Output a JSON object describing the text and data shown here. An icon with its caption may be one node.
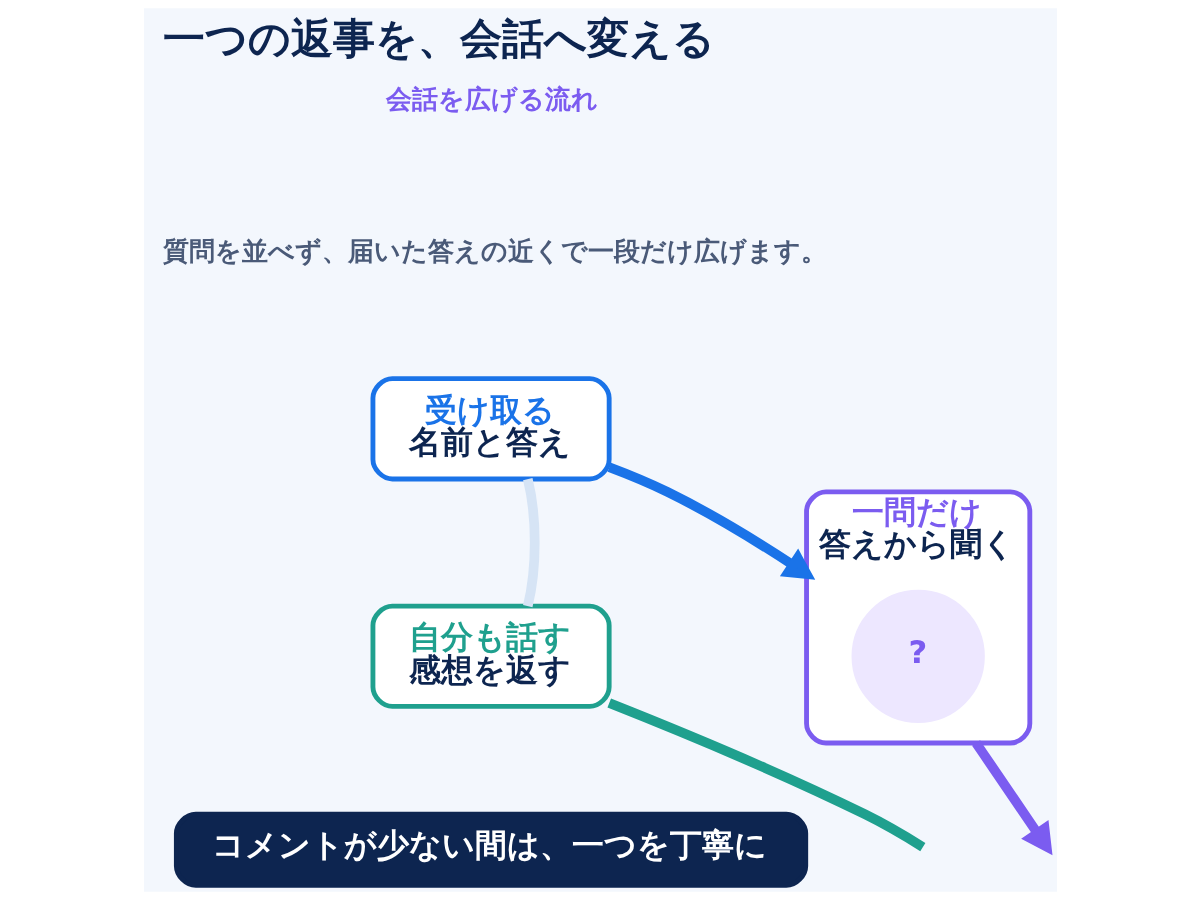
{
  "diagram": {
    "title": "一つの返事を、会話へ変える",
    "nodes": [
      {
        "text": [
          "受け取る",
          "名前と答え"
        ]
      },
      {
        "text": [
          "一問だけ",
          "答えから聞く"
        ]
      },
      {
        "text": [
          "?"
        ],
        "in": 1
      },
      {
        "text": [
          "自分も話す",
          "感想を返す"
        ]
      },
      {
        "text": [
          "コメントが少ない間は、一つを丁寧に"
        ]
      }
    ],
    "edges": [
      {
        "from": 0,
        "to": 1,
        "arrow": "to",
        "color": "#1a73e8"
      },
      {
        "from": 1,
        "to": null,
        "arrow": "to",
        "color": "#7b5cf0"
      },
      {
        "from": 3,
        "to": null,
        "arrow": "none",
        "color": "#1fa08e"
      },
      {
        "from": 3,
        "to": 0,
        "arrow": "none",
        "color": "#d6e4f5"
      }
    ],
    "labels": [
      "会話を広げる流れ",
      "質問を並べず、届いた答えの近くで一段だけ広げます。"
    ]
  }
}
